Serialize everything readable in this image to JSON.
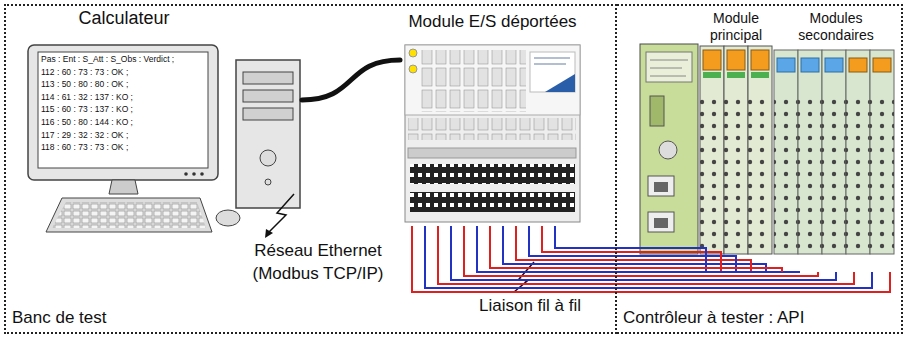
{
  "diagram": {
    "nodes": [
      {
        "text": [
          "Banc de test"
        ]
      },
      {
        "text": [
          "Contrôleur à tester : API"
        ]
      },
      {
        "text": [
          "Calculateur",
          "Pas : Ent : S_Att : S_Obs : Verdict ;",
          "112 : 60 : 73 : 73 : OK ;",
          "113 : 50 : 80 : 80 : OK ;",
          "114 : 61 : 32 : 137 : KO ;",
          "115 : 60 : 73 : 137 : KO ;",
          "116 : 50 : 80 : 144 : KO ;",
          "117 : 29 : 32 : 32 : OK ;",
          "118 : 60 : 73 : 73 : OK ;"
        ],
        "in": 0
      },
      {
        "text": [
          "Module E/S déportées"
        ],
        "in": 0
      },
      {
        "text": [
          "Module principal"
        ],
        "in": 1
      },
      {
        "text": [
          "Modules secondaires"
        ],
        "in": 1
      }
    ],
    "edges": [
      {
        "from": 2,
        "to": 3,
        "arrow": "none",
        "label": "Réseau Ethernet (Modbus TCP/IP)"
      },
      {
        "from": 3,
        "to": 4,
        "arrow": "none",
        "label": "Liaison fil à fil"
      },
      {
        "from": 3,
        "to": 5,
        "arrow": "none"
      }
    ]
  }
}
